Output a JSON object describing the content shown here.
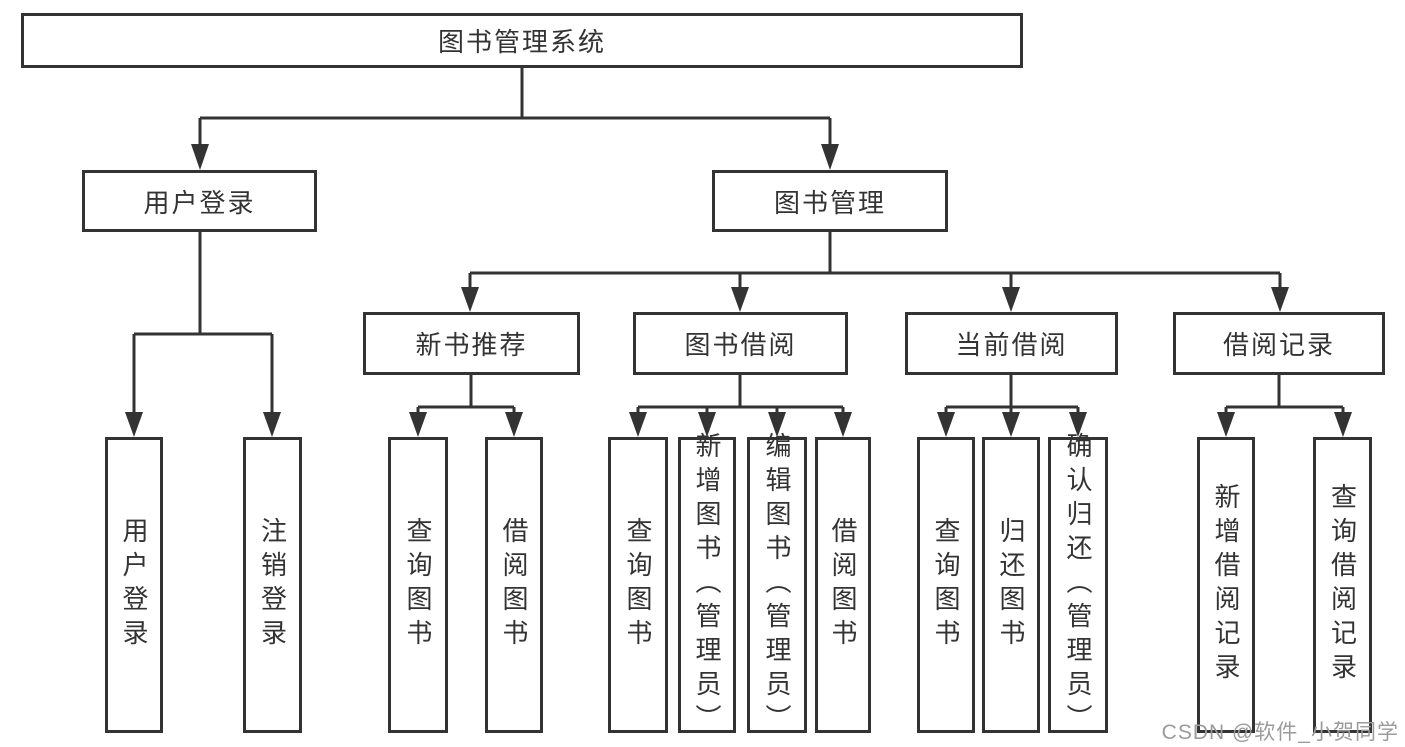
{
  "diagram": {
    "type": "hierarchy-tree",
    "root": {
      "label": "图书管理系统"
    },
    "level2": {
      "user_login": {
        "label": "用户登录"
      },
      "book_management": {
        "label": "图书管理"
      }
    },
    "level3": {
      "new_book_recommend": {
        "label": "新书推荐"
      },
      "book_borrow": {
        "label": "图书借阅"
      },
      "current_borrow": {
        "label": "当前借阅"
      },
      "borrow_records": {
        "label": "借阅记录"
      }
    },
    "leaves": {
      "user_login": [
        "用户登录",
        "注销登录"
      ],
      "new_book_recommend": [
        "查询图书",
        "借阅图书"
      ],
      "book_borrow": [
        "查询图书",
        "新增图书（管理员）",
        "编辑图书（管理员）",
        "借阅图书"
      ],
      "current_borrow": [
        "查询图书",
        "归还图书",
        "确认归还（管理员）"
      ],
      "borrow_records": [
        "新增借阅记录",
        "查询借阅记录"
      ]
    },
    "colors": {
      "line": "#333333",
      "text": "#333333",
      "background": "#ffffff",
      "watermark": "#9b9b9b"
    },
    "watermark": "CSDN @软件_小贺同学"
  }
}
